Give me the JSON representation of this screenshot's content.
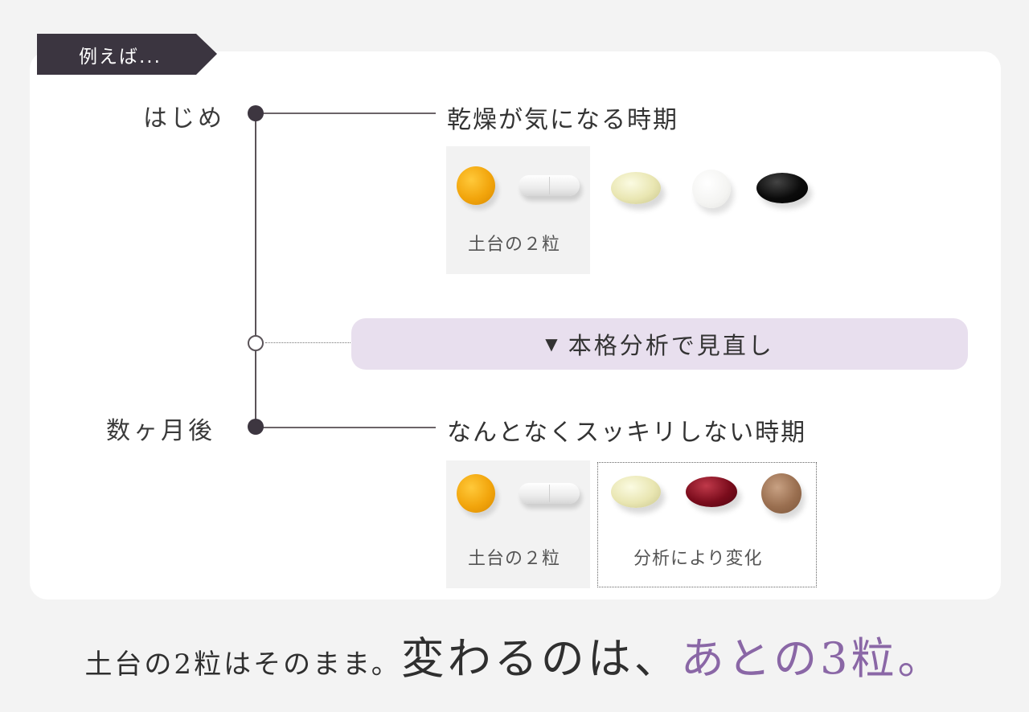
{
  "tag": {
    "label": "例えば..."
  },
  "timeline": {
    "start": {
      "label": "はじめ",
      "period": "乾燥が気になる時期"
    },
    "middle": {
      "label": "本格分析で見直し",
      "marker": "▼"
    },
    "end": {
      "label": "数ヶ月後",
      "period": "なんとなくスッキリしない時期"
    }
  },
  "groups": {
    "base_label": "土台の２粒",
    "variable_label": "分析により変化"
  },
  "pills": {
    "start": [
      "orange-tablet-icon",
      "white-capsule-icon",
      "clear-softgel-icon",
      "white-tablet-icon",
      "black-softgel-icon"
    ],
    "end": [
      "orange-tablet-icon",
      "white-capsule-icon",
      "clear-softgel-icon",
      "red-softgel-icon",
      "brown-tablet-icon"
    ]
  },
  "conclusion": {
    "part1": "土台の2粒はそのまま。",
    "part2": "変わるのは、",
    "part3": "あとの3粒。"
  },
  "colors": {
    "tag_bg": "#3b3540",
    "pill_bg": "#e8dfee",
    "accent": "#8a67a6"
  }
}
